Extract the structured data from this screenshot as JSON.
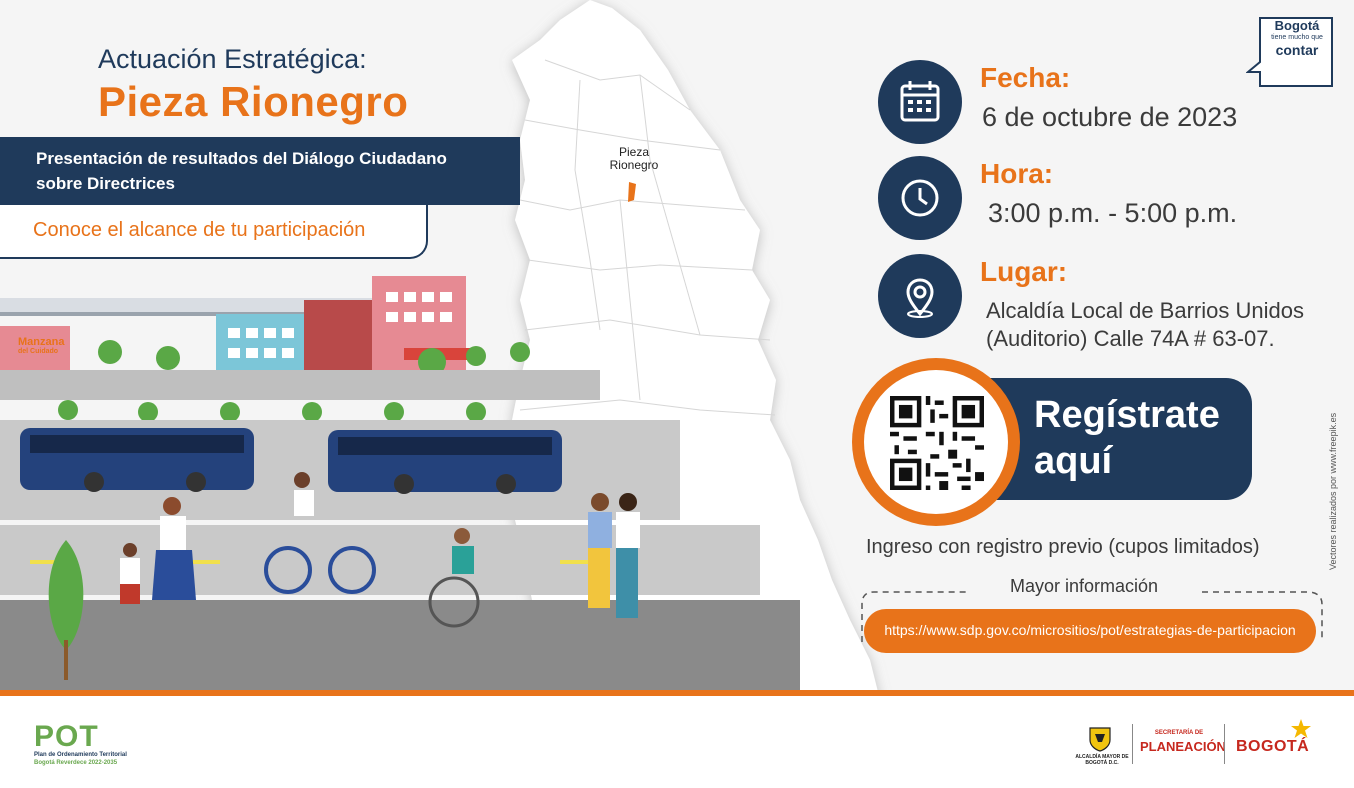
{
  "header": {
    "eyebrow": "Actuación Estratégica:",
    "title": "Pieza Rionegro",
    "banner_line1": "Presentación de resultados del Diálogo Ciudadano",
    "banner_line2": "sobre Directrices",
    "cta": "Conoce el alcance de tu participación"
  },
  "map": {
    "label_line1": "Pieza",
    "label_line2": "Rionegro"
  },
  "scene": {
    "manzana_line1": "Manzana",
    "manzana_line2": "del Cuidado"
  },
  "info": {
    "date_label": "Fecha:",
    "date_value": "6 de octubre de 2023",
    "time_label": "Hora:",
    "time_value": "3:00 p.m. - 5:00 p.m.",
    "place_label": "Lugar:",
    "place_line1": "Alcaldía Local de Barrios Unidos",
    "place_line2": "(Auditorio) Calle  74A # 63-07."
  },
  "register": {
    "line1": "Regístrate",
    "line2": "aquí"
  },
  "registration_note": "Ingreso con registro previo (cupos limitados)",
  "more_info": "Mayor información",
  "url": "https://www.sdp.gov.co/micrositios/pot/estrategias-de-participacion",
  "credit": "Vectores realizados por www.freepik.es",
  "logos": {
    "bogota_top_line1": "Bogotá",
    "bogota_top_line2": "tiene mucho que",
    "bogota_top_line3": "contar",
    "pot": "POT",
    "pot_sub1": "Plan de Ordenamiento Territorial",
    "pot_sub2": "Bogotá Reverdece 2022-2035",
    "alcaldia": "ALCALDÍA MAYOR DE BOGOTÁ D.C.",
    "secretaria_small": "SECRETARÍA DE",
    "secretaria_big": "PLANEACIÓN",
    "bogota": "BOGOTÁ"
  },
  "colors": {
    "navy": "#1f3a5b",
    "orange": "#e8731a"
  },
  "icons": [
    "calendar-icon",
    "clock-icon",
    "location-pin-icon",
    "qr-code"
  ]
}
